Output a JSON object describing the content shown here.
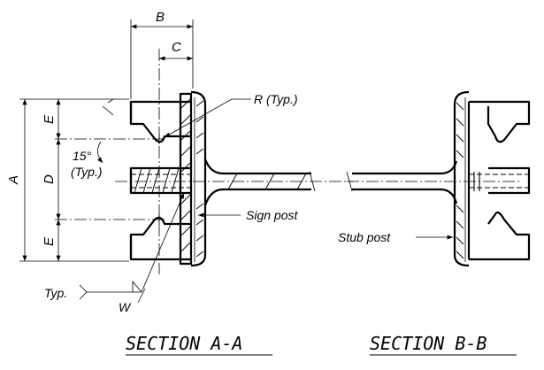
{
  "dimensions": {
    "a": "A",
    "b": "B",
    "c": "C",
    "d": "D",
    "e_top": "E",
    "e_bottom": "E"
  },
  "callouts": {
    "radius": "R (Typ.)",
    "angle_value": "15°",
    "angle_note": "(Typ.)",
    "sign_post": "Sign post",
    "stub_post": "Stub post",
    "weld_typ": "Typ.",
    "weld_symbol": "W"
  },
  "titles": {
    "section_a": "SECTION A-A",
    "section_b": "SECTION B-B"
  }
}
